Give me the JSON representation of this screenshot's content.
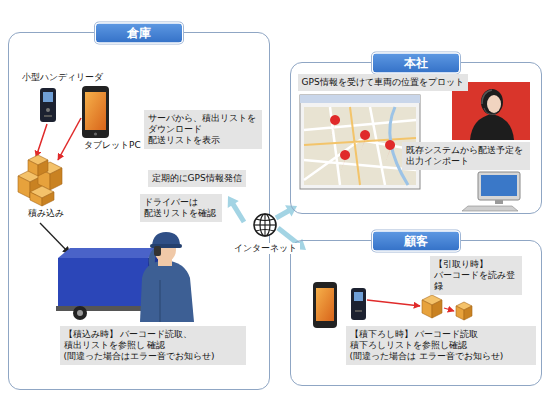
{
  "diagram": {
    "nodes": [
      {
        "text": [
          "倉庫"
        ]
      },
      {
        "text": [
          "サーバから、積出リストを ダウンロード 配送リストを表示"
        ],
        "in": 0
      },
      {
        "text": [
          "定期的にGPS情報発信"
        ],
        "in": 0
      },
      {
        "text": [
          "ドライバーは 配送リストを確認"
        ],
        "in": 0
      },
      {
        "text": [
          "【積込み時】 バーコード読取、積出リストを参照し 確認(間違った場合はエラー音でお知らせ)"
        ],
        "in": 0
      },
      {
        "text": [
          "本社"
        ]
      },
      {
        "text": [
          "GPS情報を受けて車両の位置をプロット"
        ],
        "in": 5
      },
      {
        "text": [
          "既存システムから配送予定を 出力インポート"
        ],
        "in": 5
      },
      {
        "text": [
          "インターネット"
        ]
      },
      {
        "text": [
          "顧客"
        ]
      },
      {
        "text": [
          "【引取り時】 バーコードを読み登録"
        ],
        "in": 9
      },
      {
        "text": [
          "【積下ろし時】 バーコード読取 積下ろしリストを参照し確認(間違った場合は エラー音でお知らせ)"
        ],
        "in": 9
      }
    ],
    "edges": [
      {
        "from": 8,
        "to": 0,
        "arrow": "to"
      },
      {
        "from": 8,
        "to": 5,
        "arrow": "to"
      },
      {
        "from": 8,
        "to": 9,
        "arrow": "to"
      }
    ],
    "labels": [
      "小型ハンディリーダ",
      "タブレットPC",
      "積み込み"
    ]
  }
}
